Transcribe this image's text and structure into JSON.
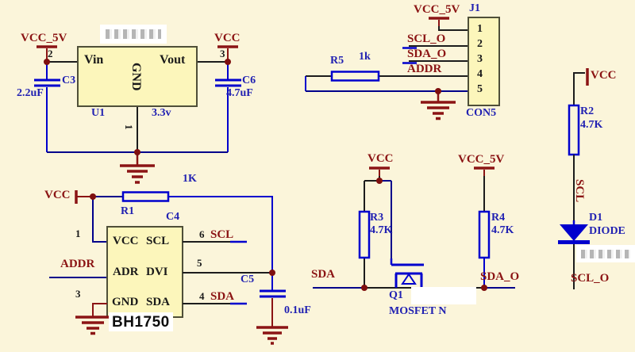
{
  "regulator": {
    "power_in_label": "VCC_5V",
    "power_out_label": "VCC",
    "pin2": "2",
    "pin3": "3",
    "pin1": "1",
    "vin": "Vin",
    "vout": "Vout",
    "gnd": "GND",
    "ref": "U1",
    "value": "3.3v",
    "c3_ref": "C3",
    "c3_value": "2.2uF",
    "c6_ref": "C6",
    "c6_value": "4.7uF"
  },
  "connector": {
    "power_label": "VCC_5V",
    "ref": "J1",
    "pins": [
      "1",
      "2",
      "3",
      "4",
      "5"
    ],
    "net_scl_o": "SCL_O",
    "net_sda_o": "SDA_O",
    "net_addr": "ADDR",
    "r5_ref": "R5",
    "r5_value": "1k",
    "type": "CON5"
  },
  "scl_branch": {
    "power_label": "VCC",
    "r2_ref": "R2",
    "r2_value": "4.7K",
    "net_scl": "SCL",
    "d1_ref": "D1",
    "d1_value": "DIODE",
    "net_scl_o": "SCL_O"
  },
  "sensor": {
    "power_label": "VCC",
    "ref": "C4",
    "part": "BH1750",
    "pin1": "1",
    "pin3": "3",
    "pin4": "4",
    "pin5": "5",
    "pin6": "6",
    "pin_vcc": "VCC",
    "pin_scl": "SCL",
    "pin_adr": "ADR",
    "pin_dvi": "DVI",
    "pin_gnd": "GND",
    "pin_sda": "SDA",
    "net_addr": "ADDR",
    "net_scl": "SCL",
    "net_sda": "SDA",
    "r1_ref": "R1",
    "r1_value": "1K",
    "c5_ref": "C5",
    "c5_value": "0.1uF"
  },
  "sda_switch": {
    "power_label": "VCC",
    "r3_ref": "R3",
    "r3_value": "4.7K",
    "net_sda": "SDA",
    "q1_ref": "Q1",
    "q1_value": "MOSFET N"
  },
  "sda_o_pullup": {
    "power_label": "VCC_5V",
    "r4_ref": "R4",
    "r4_value": "4.7K",
    "net_sda_o": "SDA_O"
  }
}
